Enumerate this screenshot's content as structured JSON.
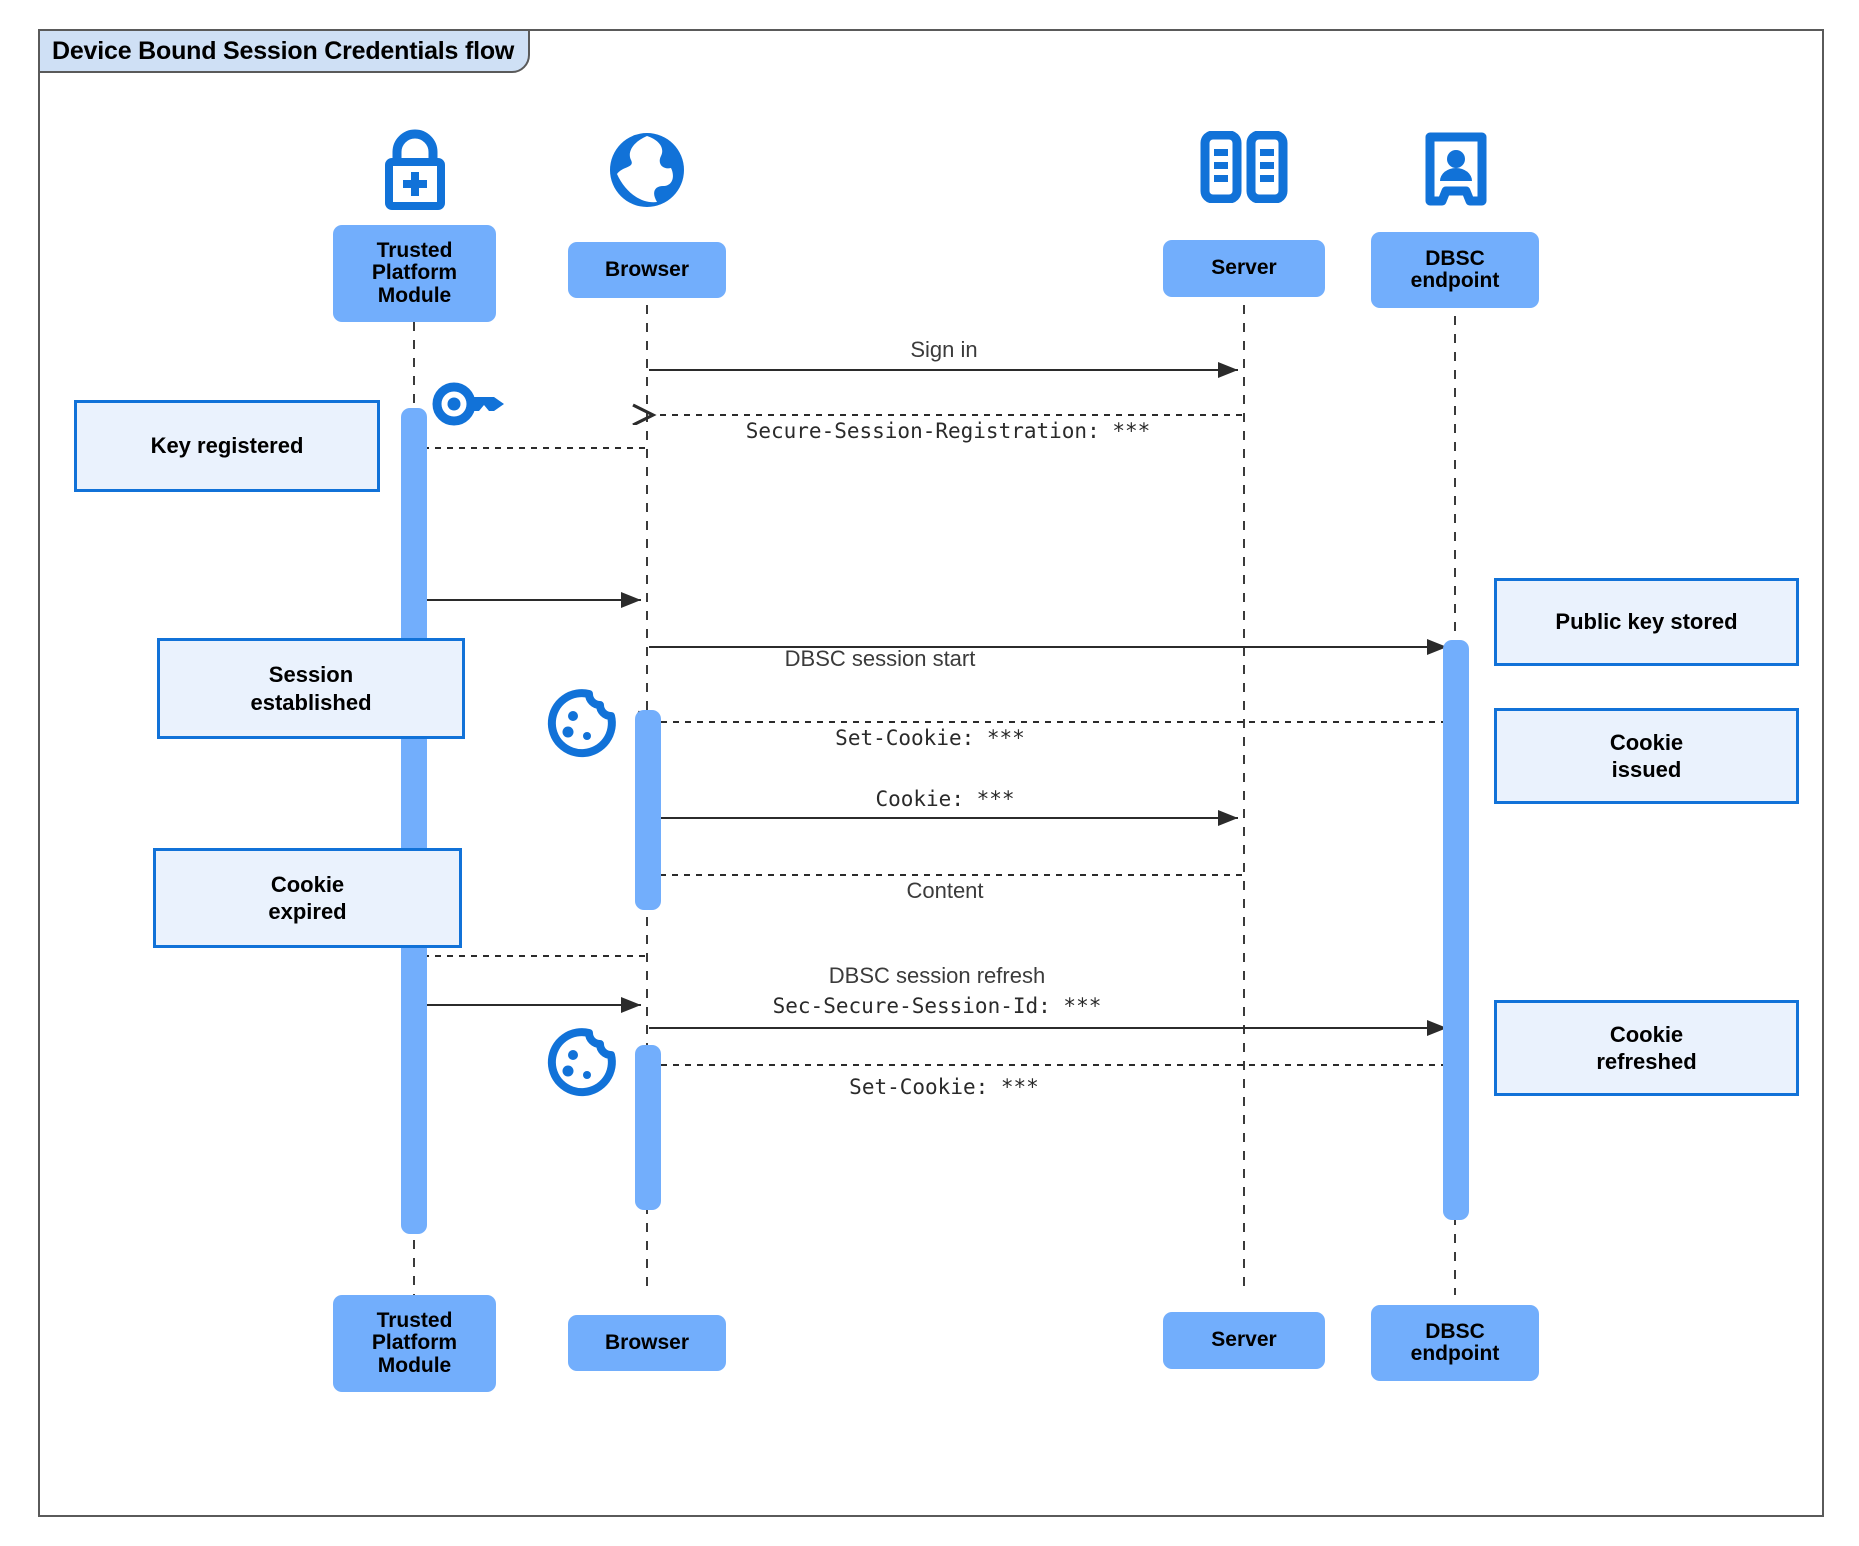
{
  "diagram": {
    "title": "Device Bound Session Credentials flow",
    "type": "sequence-diagram",
    "colors": {
      "participant_fill": "#72aefc",
      "note_fill": "#eaf2fd",
      "note_border": "#1172d8",
      "icon_blue": "#1172d8",
      "frame_border": "#5a5a5a",
      "title_fill": "#cfe0f5"
    }
  },
  "participants": [
    {
      "id": "tpm",
      "label": "Trusted\nPlatform\nModule",
      "icon": "lock-plus-icon"
    },
    {
      "id": "browser",
      "label": "Browser",
      "icon": "globe-icon"
    },
    {
      "id": "server",
      "label": "Server",
      "icon": "server-racks-icon"
    },
    {
      "id": "dbsc",
      "label": "DBSC\nendpoint",
      "icon": "id-badge-icon"
    }
  ],
  "messages": [
    {
      "id": "m1",
      "text": "Sign in",
      "style": "plain",
      "from": "browser",
      "to": "server",
      "line": "solid"
    },
    {
      "id": "m2",
      "text": "Secure-Session-Registration: ***",
      "style": "mono",
      "from": "server",
      "to": "browser",
      "line": "dashed"
    },
    {
      "id": "m3",
      "text": "",
      "style": "plain",
      "from": "browser",
      "to": "tpm",
      "line": "dashed"
    },
    {
      "id": "m4",
      "text": "",
      "style": "plain",
      "from": "tpm",
      "to": "browser",
      "line": "solid"
    },
    {
      "id": "m5",
      "text": "DBSC session start",
      "style": "plain",
      "from": "browser",
      "to": "dbsc",
      "line": "solid"
    },
    {
      "id": "m6",
      "text": "Set-Cookie: ***",
      "style": "mono",
      "from": "dbsc",
      "to": "browser",
      "line": "dashed"
    },
    {
      "id": "m7",
      "text": "Cookie: ***",
      "style": "mono",
      "from": "browser",
      "to": "server",
      "line": "solid"
    },
    {
      "id": "m8",
      "text": "Content",
      "style": "plain",
      "from": "server",
      "to": "browser",
      "line": "dashed"
    },
    {
      "id": "m9",
      "text": "",
      "style": "plain",
      "from": "browser",
      "to": "tpm",
      "line": "dashed"
    },
    {
      "id": "m10",
      "text": "DBSC session refresh",
      "style": "plain",
      "from": "tpm",
      "to": "browser",
      "line": "solid"
    },
    {
      "id": "m11",
      "text": "Sec-Secure-Session-Id: ***",
      "style": "mono",
      "from": "browser",
      "to": "dbsc",
      "line": "solid"
    },
    {
      "id": "m12",
      "text": "Set-Cookie: ***",
      "style": "mono",
      "from": "dbsc",
      "to": "browser",
      "line": "dashed"
    }
  ],
  "notes": [
    {
      "id": "n1",
      "text": "Key registered",
      "side": "left",
      "attached": "tpm"
    },
    {
      "id": "n2",
      "text": "Session\nestablished",
      "side": "left",
      "attached": "tpm"
    },
    {
      "id": "n3",
      "text": "Cookie\nexpired",
      "side": "left",
      "attached": "tpm"
    },
    {
      "id": "n4",
      "text": "Public key stored",
      "side": "right",
      "attached": "dbsc"
    },
    {
      "id": "n5",
      "text": "Cookie\nissued",
      "side": "right",
      "attached": "dbsc"
    },
    {
      "id": "n6",
      "text": "Cookie\nrefreshed",
      "side": "right",
      "attached": "dbsc"
    }
  ],
  "inline_icons": [
    {
      "id": "i1",
      "name": "key-icon",
      "near": "tpm"
    },
    {
      "id": "i2",
      "name": "cookie-icon",
      "near": "browser"
    },
    {
      "id": "i3",
      "name": "cookie-icon",
      "near": "browser"
    }
  ]
}
